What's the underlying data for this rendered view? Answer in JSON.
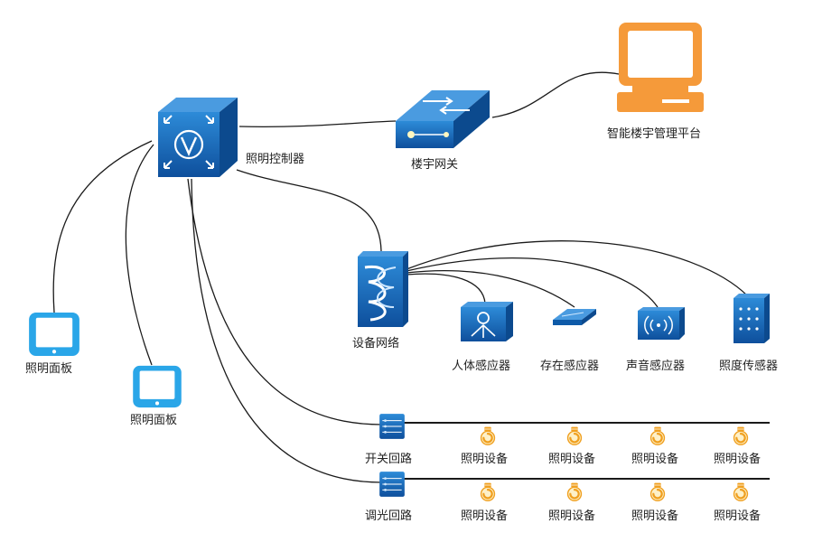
{
  "nodes": {
    "controller": "照明控制器",
    "gateway": "楼宇网关",
    "platform": "智能楼宇管理平台",
    "network": "设备网络",
    "panel_1": "照明面板",
    "panel_2": "照明面板",
    "human_sensor": "人体感应器",
    "presence_sensor": "存在感应器",
    "sound_sensor": "声音感应器",
    "light_sensor": "照度传感器",
    "switch_circuit": "开关回路",
    "dimming_circuit": "调光回路"
  },
  "devices": {
    "switch_row": [
      "照明设备",
      "照明设备",
      "照明设备",
      "照明设备"
    ],
    "dimming_row": [
      "照明设备",
      "照明设备",
      "照明设备",
      "照明设备"
    ]
  },
  "colors": {
    "device_blue": "#1565c0",
    "device_blue_light": "#2d8bd8",
    "tablet_cyan": "#2aa6e8",
    "computer_orange": "#f59a3a",
    "bulb_orange": "#f0a020",
    "line": "#1a1a1a"
  },
  "icons": {
    "controller": "router-cube-icon",
    "gateway": "switch-icon",
    "platform": "computer-icon",
    "network": "network-device-icon",
    "panel": "tablet-icon",
    "human_sensor": "person-sensor-icon",
    "presence_sensor": "flat-sensor-icon",
    "sound_sensor": "wireless-signal-icon",
    "light_sensor": "grid-sensor-icon",
    "circuit": "rack-module-icon",
    "device": "light-bulb-icon"
  }
}
